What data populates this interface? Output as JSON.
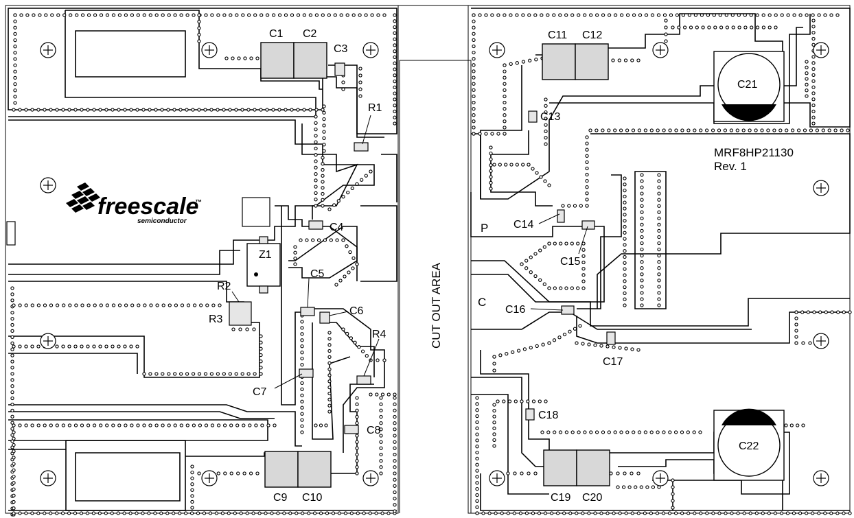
{
  "board": {
    "title": "MRF8HP21130",
    "revision": "Rev. 1",
    "cutout_label": "CUT OUT AREA",
    "port_p": "P",
    "port_c": "C"
  },
  "logo": {
    "name": "freescale",
    "trademark": "™",
    "sub": "semiconductor"
  },
  "components": {
    "C1": "C1",
    "C2": "C2",
    "C3": "C3",
    "C4": "C4",
    "C5": "C5",
    "C6": "C6",
    "C7": "C7",
    "C8": "C8",
    "C9": "C9",
    "C10": "C10",
    "C11": "C11",
    "C12": "C12",
    "C13": "C13",
    "C14": "C14",
    "C15": "C15",
    "C16": "C16",
    "C17": "C17",
    "C18": "C18",
    "C19": "C19",
    "C20": "C20",
    "C21": "C21",
    "C22": "C22",
    "R1": "R1",
    "R2": "R2",
    "R3": "R3",
    "R4": "R4",
    "Z1": "Z1"
  }
}
